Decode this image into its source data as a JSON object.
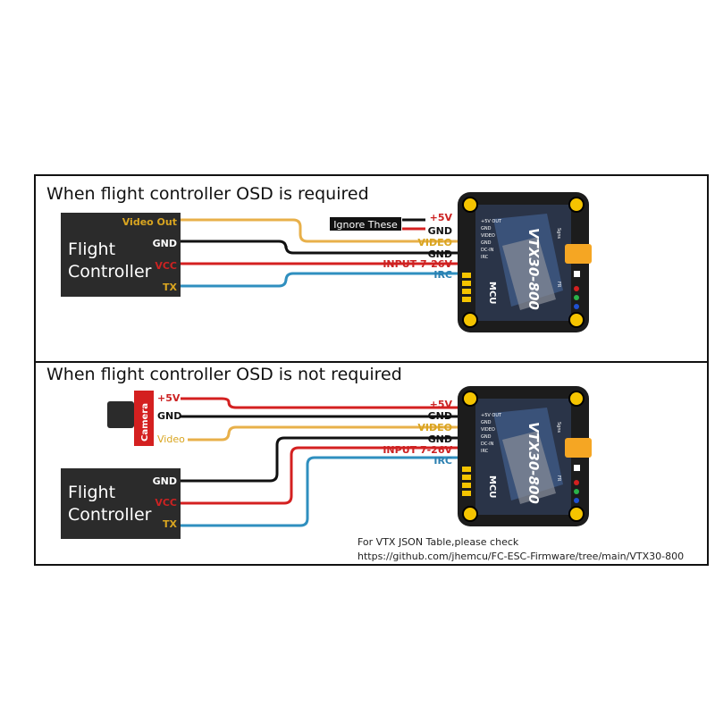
{
  "panel_top": {
    "title": "When flight controller OSD is required",
    "fc_line1": "Flight",
    "fc_line2": "Controller",
    "fc_pins": {
      "video_out": "Video Out",
      "gnd": "GND",
      "vcc": "VCC",
      "tx": "TX"
    },
    "ignore_label": "Ignore These",
    "vtx_pins": {
      "v5": "+5V",
      "gnd1": "GND",
      "video": "VIDEO",
      "gnd2": "GND",
      "input": "INPUT 7-26V",
      "irc": "IRC"
    }
  },
  "panel_bottom": {
    "title": "When flight controller OSD is not required",
    "camera_label": "Camera",
    "camera_pins": {
      "v5": "+5V",
      "gnd": "GND",
      "video": "Video"
    },
    "fc_line1": "Flight",
    "fc_line2": "Controller",
    "fc_pins": {
      "gnd": "GND",
      "vcc": "VCC",
      "tx": "TX"
    },
    "vtx_pins": {
      "v5": "+5V",
      "gnd1": "GND",
      "video": "VIDEO",
      "gnd2": "GND",
      "input": "INPUT 7-26V",
      "irc": "IRC"
    },
    "note_line1": "For VTX JSON Table,please check",
    "note_line2": "https://github.com/jhemcu/FC-ESC-Firmware/tree/main/VTX30-800"
  },
  "vtx_board": {
    "model": "VTX30-800",
    "brand": "MCU",
    "pin_labels": [
      "+5V OUT",
      "GND",
      "VIDEO",
      "GND",
      "DC-IN",
      "IRC"
    ],
    "side_label": "Sgns",
    "fr_label": "FR"
  },
  "colors": {
    "wire_red": "#d42020",
    "wire_black": "#111111",
    "wire_yellow": "#e8b04a",
    "wire_blue": "#2f8fbf",
    "fc_box": "#2b2b2b",
    "label_red": "#cc2222",
    "label_yellow": "#d9a520",
    "label_blue": "#2a7fb0"
  }
}
